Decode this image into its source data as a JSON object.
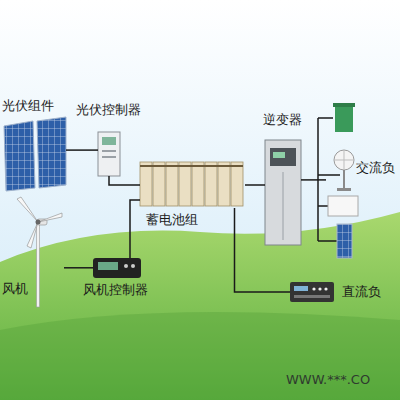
{
  "diagram": {
    "nodes": [
      {
        "text": [
          "光伏组件"
        ]
      },
      {
        "text": [
          "光伏控制器"
        ]
      },
      {
        "text": [
          "风机"
        ]
      },
      {
        "text": [
          "风机控制器"
        ]
      },
      {
        "text": [
          "蓄电池组"
        ]
      },
      {
        "text": [
          "逆变器"
        ]
      },
      {
        "text": [
          "交流负"
        ]
      },
      {
        "text": [
          "直流负"
        ]
      }
    ],
    "edges": [
      {
        "from": 0,
        "to": 1,
        "arrow": "none"
      },
      {
        "from": 1,
        "to": 4,
        "arrow": "none"
      },
      {
        "from": 2,
        "to": 3,
        "arrow": "none"
      },
      {
        "from": 3,
        "to": 4,
        "arrow": "none"
      },
      {
        "from": 4,
        "to": 5,
        "arrow": "none"
      },
      {
        "from": 5,
        "to": 6,
        "arrow": "none"
      },
      {
        "from": 4,
        "to": 7,
        "arrow": "none"
      }
    ],
    "labels": [
      "WWW.***.CO"
    ]
  }
}
